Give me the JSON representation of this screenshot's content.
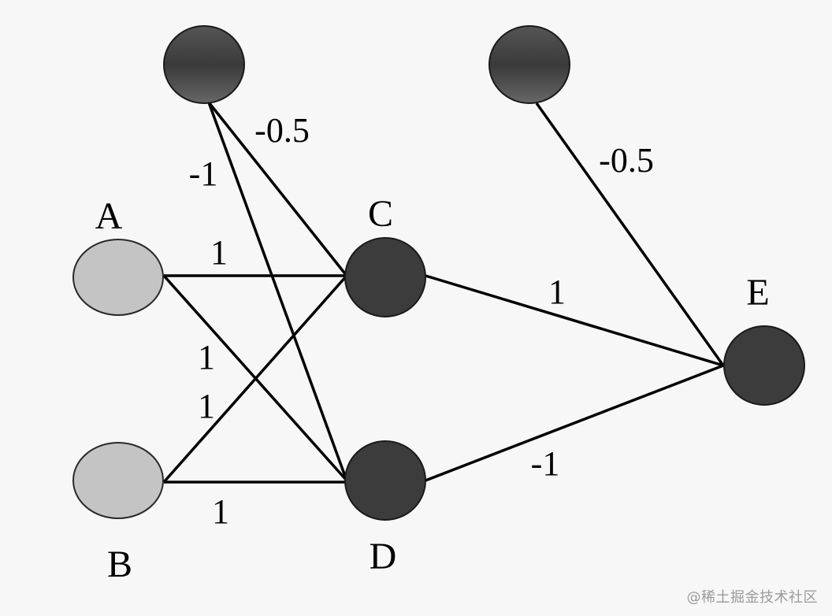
{
  "diagram": {
    "nodes": [
      {
        "id": "bias1",
        "label": "",
        "role": "bias"
      },
      {
        "id": "bias2",
        "label": "",
        "role": "bias"
      },
      {
        "id": "A",
        "label": "A",
        "role": "input"
      },
      {
        "id": "B",
        "label": "B",
        "role": "input"
      },
      {
        "id": "C",
        "label": "C",
        "role": "hidden"
      },
      {
        "id": "D",
        "label": "D",
        "role": "hidden"
      },
      {
        "id": "E",
        "label": "E",
        "role": "output"
      }
    ],
    "edges": [
      {
        "from": "A",
        "to": "C",
        "weight": "1"
      },
      {
        "from": "A",
        "to": "D",
        "weight": "1"
      },
      {
        "from": "B",
        "to": "C",
        "weight": "1"
      },
      {
        "from": "B",
        "to": "D",
        "weight": "1"
      },
      {
        "from": "bias1",
        "to": "C",
        "weight": "-0.5"
      },
      {
        "from": "bias1",
        "to": "D",
        "weight": "-1"
      },
      {
        "from": "C",
        "to": "E",
        "weight": "1"
      },
      {
        "from": "D",
        "to": "E",
        "weight": "-1"
      },
      {
        "from": "bias2",
        "to": "E",
        "weight": "-0.5"
      }
    ],
    "colors": {
      "input": "#c4c4c4",
      "hidden": "#3c3c3c",
      "bias": "#555555",
      "edge": "#000000",
      "background": "#f7f7f7"
    }
  },
  "watermark": "@稀土掘金技术社区"
}
